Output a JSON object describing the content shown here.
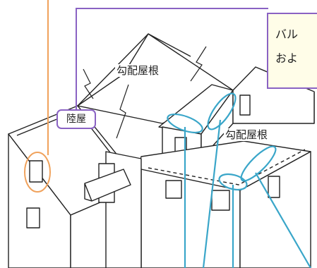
{
  "callout": {
    "line1": "バル",
    "line2": "およ"
  },
  "labels": {
    "flat_roof": "陸屋",
    "sloped_roof_main": "勾配屋根",
    "sloped_roof_lower": "勾配屋根"
  },
  "colors": {
    "orange": "#f0a25c",
    "purple": "#8a62c3",
    "blue": "#3aa6c9",
    "line": "#222222"
  }
}
